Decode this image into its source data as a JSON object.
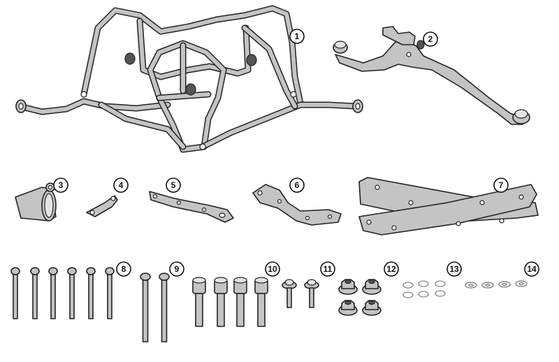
{
  "diagram": {
    "type": "exploded-parts-diagram",
    "fill_color": "#c4c4c4",
    "outline_color": "#222222",
    "callouts": [
      "1",
      "2",
      "3",
      "4",
      "5",
      "6",
      "7",
      "8",
      "9",
      "10",
      "11",
      "12",
      "13",
      "14"
    ]
  }
}
